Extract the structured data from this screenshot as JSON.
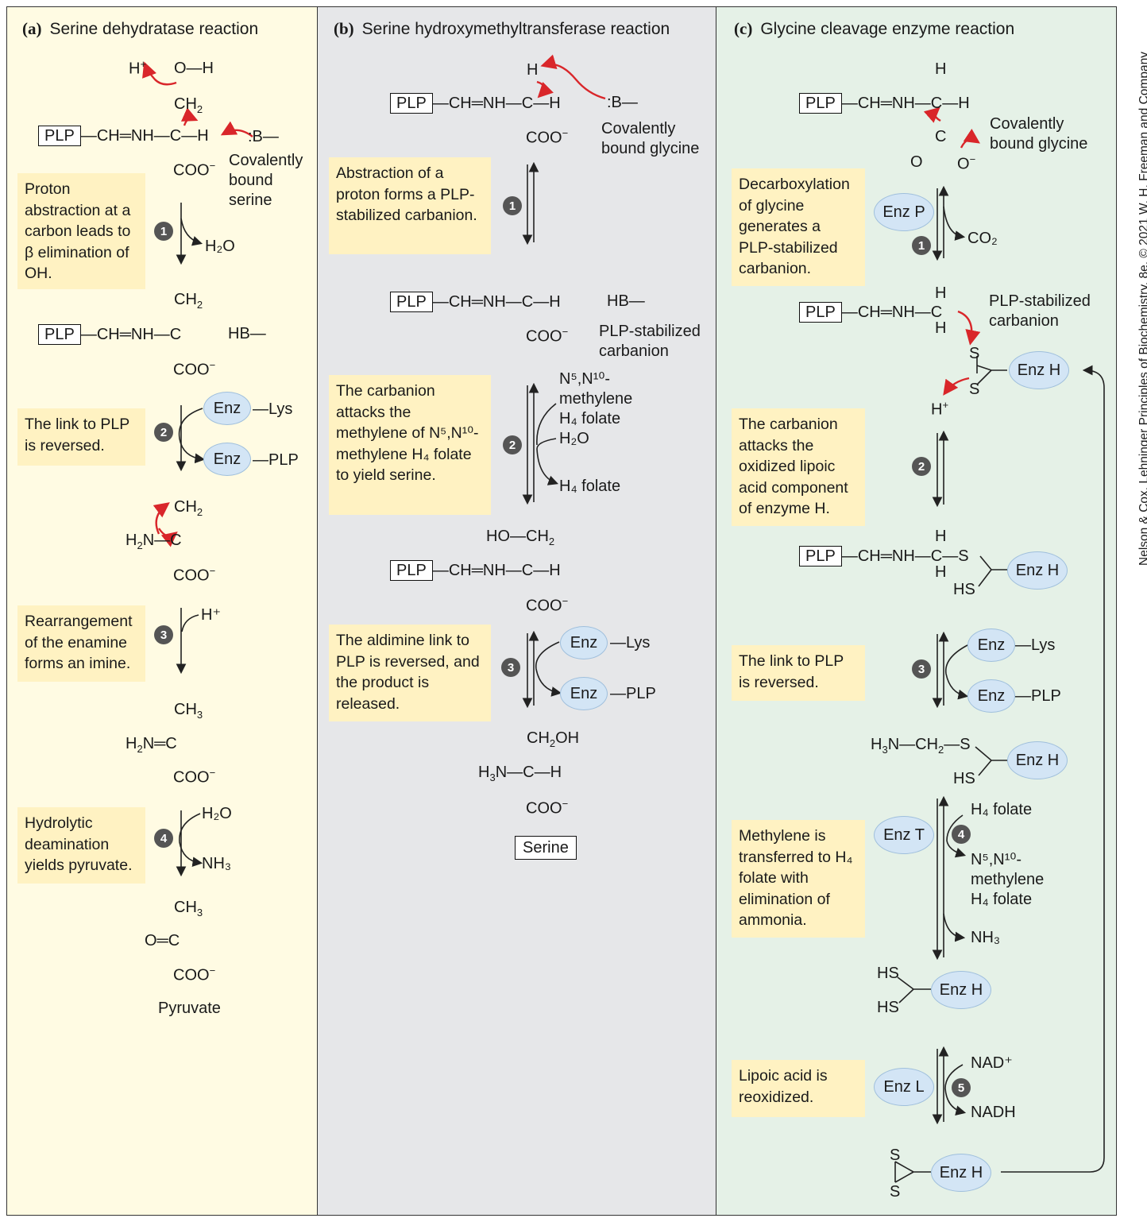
{
  "panels": {
    "a": {
      "letter": "(a)",
      "title": "Serine dehydratase reaction",
      "species1_label": "Covalently\nbound\nserine",
      "note1": "Proton abstraction at a carbon leads to β elimination of OH.",
      "product1": "H₂O",
      "note2": "The link to PLP is reversed.",
      "note3": "Rearrangement of the enamine forms an imine.",
      "reagent3": "H⁺",
      "note4": "Hydrolytic deamination yields pyruvate.",
      "reagent4": "H₂O",
      "product4": "NH₃",
      "final_label": "Pyruvate"
    },
    "b": {
      "letter": "(b)",
      "title": "Serine hydroxymethyltransferase reaction",
      "species1_label": "Covalently\nbound glycine",
      "note1": "Abstraction of a proton forms a PLP-stabilized carbanion.",
      "species2_label": "PLP-stabilized\ncarbanion",
      "note2": "The carbanion attacks the methylene of N⁵,N¹⁰-methylene H₄ folate to yield serine.",
      "reagent2a": "N⁵,N¹⁰-\nmethylene\nH₄ folate",
      "reagent2b": "H₂O",
      "product2": "H₄ folate",
      "note3": "The aldimine link to PLP is reversed, and the product is released.",
      "final_label": "Serine"
    },
    "c": {
      "letter": "(c)",
      "title": "Glycine cleavage enzyme reaction",
      "species1_label": "Covalently\nbound glycine",
      "note1": "Decarboxylation of glycine generates a PLP-stabilized carbanion.",
      "enzyme1": "Enz P",
      "product1": "CO₂",
      "species2_label": "PLP-stabilized\ncarbanion",
      "note2": "The carbanion attacks the oxidized lipoic acid component of enzyme H.",
      "note3": "The link to PLP is reversed.",
      "note4": "Methylene is transferred to H₄ folate with elimination of ammonia.",
      "enzyme4": "Enz T",
      "reagent4": "H₄ folate",
      "product4a": "N⁵,N¹⁰-\nmethylene\nH₄ folate",
      "product4b": "NH₃",
      "note5": "Lipoic acid is reoxidized.",
      "enzyme5": "Enz L",
      "reagent5": "NAD⁺",
      "product5": "NADH"
    }
  },
  "common": {
    "plp": "PLP",
    "enz": "Enz",
    "enz_h": "Enz H",
    "lys": "Lys",
    "base": ":B—",
    "hb": "HB—"
  },
  "steps": [
    "1",
    "2",
    "3",
    "4",
    "5"
  ],
  "colors": {
    "arrow_red": "#d9262a",
    "note_bg": "#fff2c2",
    "enzyme_bg": "#d3e5f5"
  },
  "credit": "Nelson & Cox, Lehninger Principles of Biochemistry, 8e, © 2021 W. H. Freeman and Company"
}
